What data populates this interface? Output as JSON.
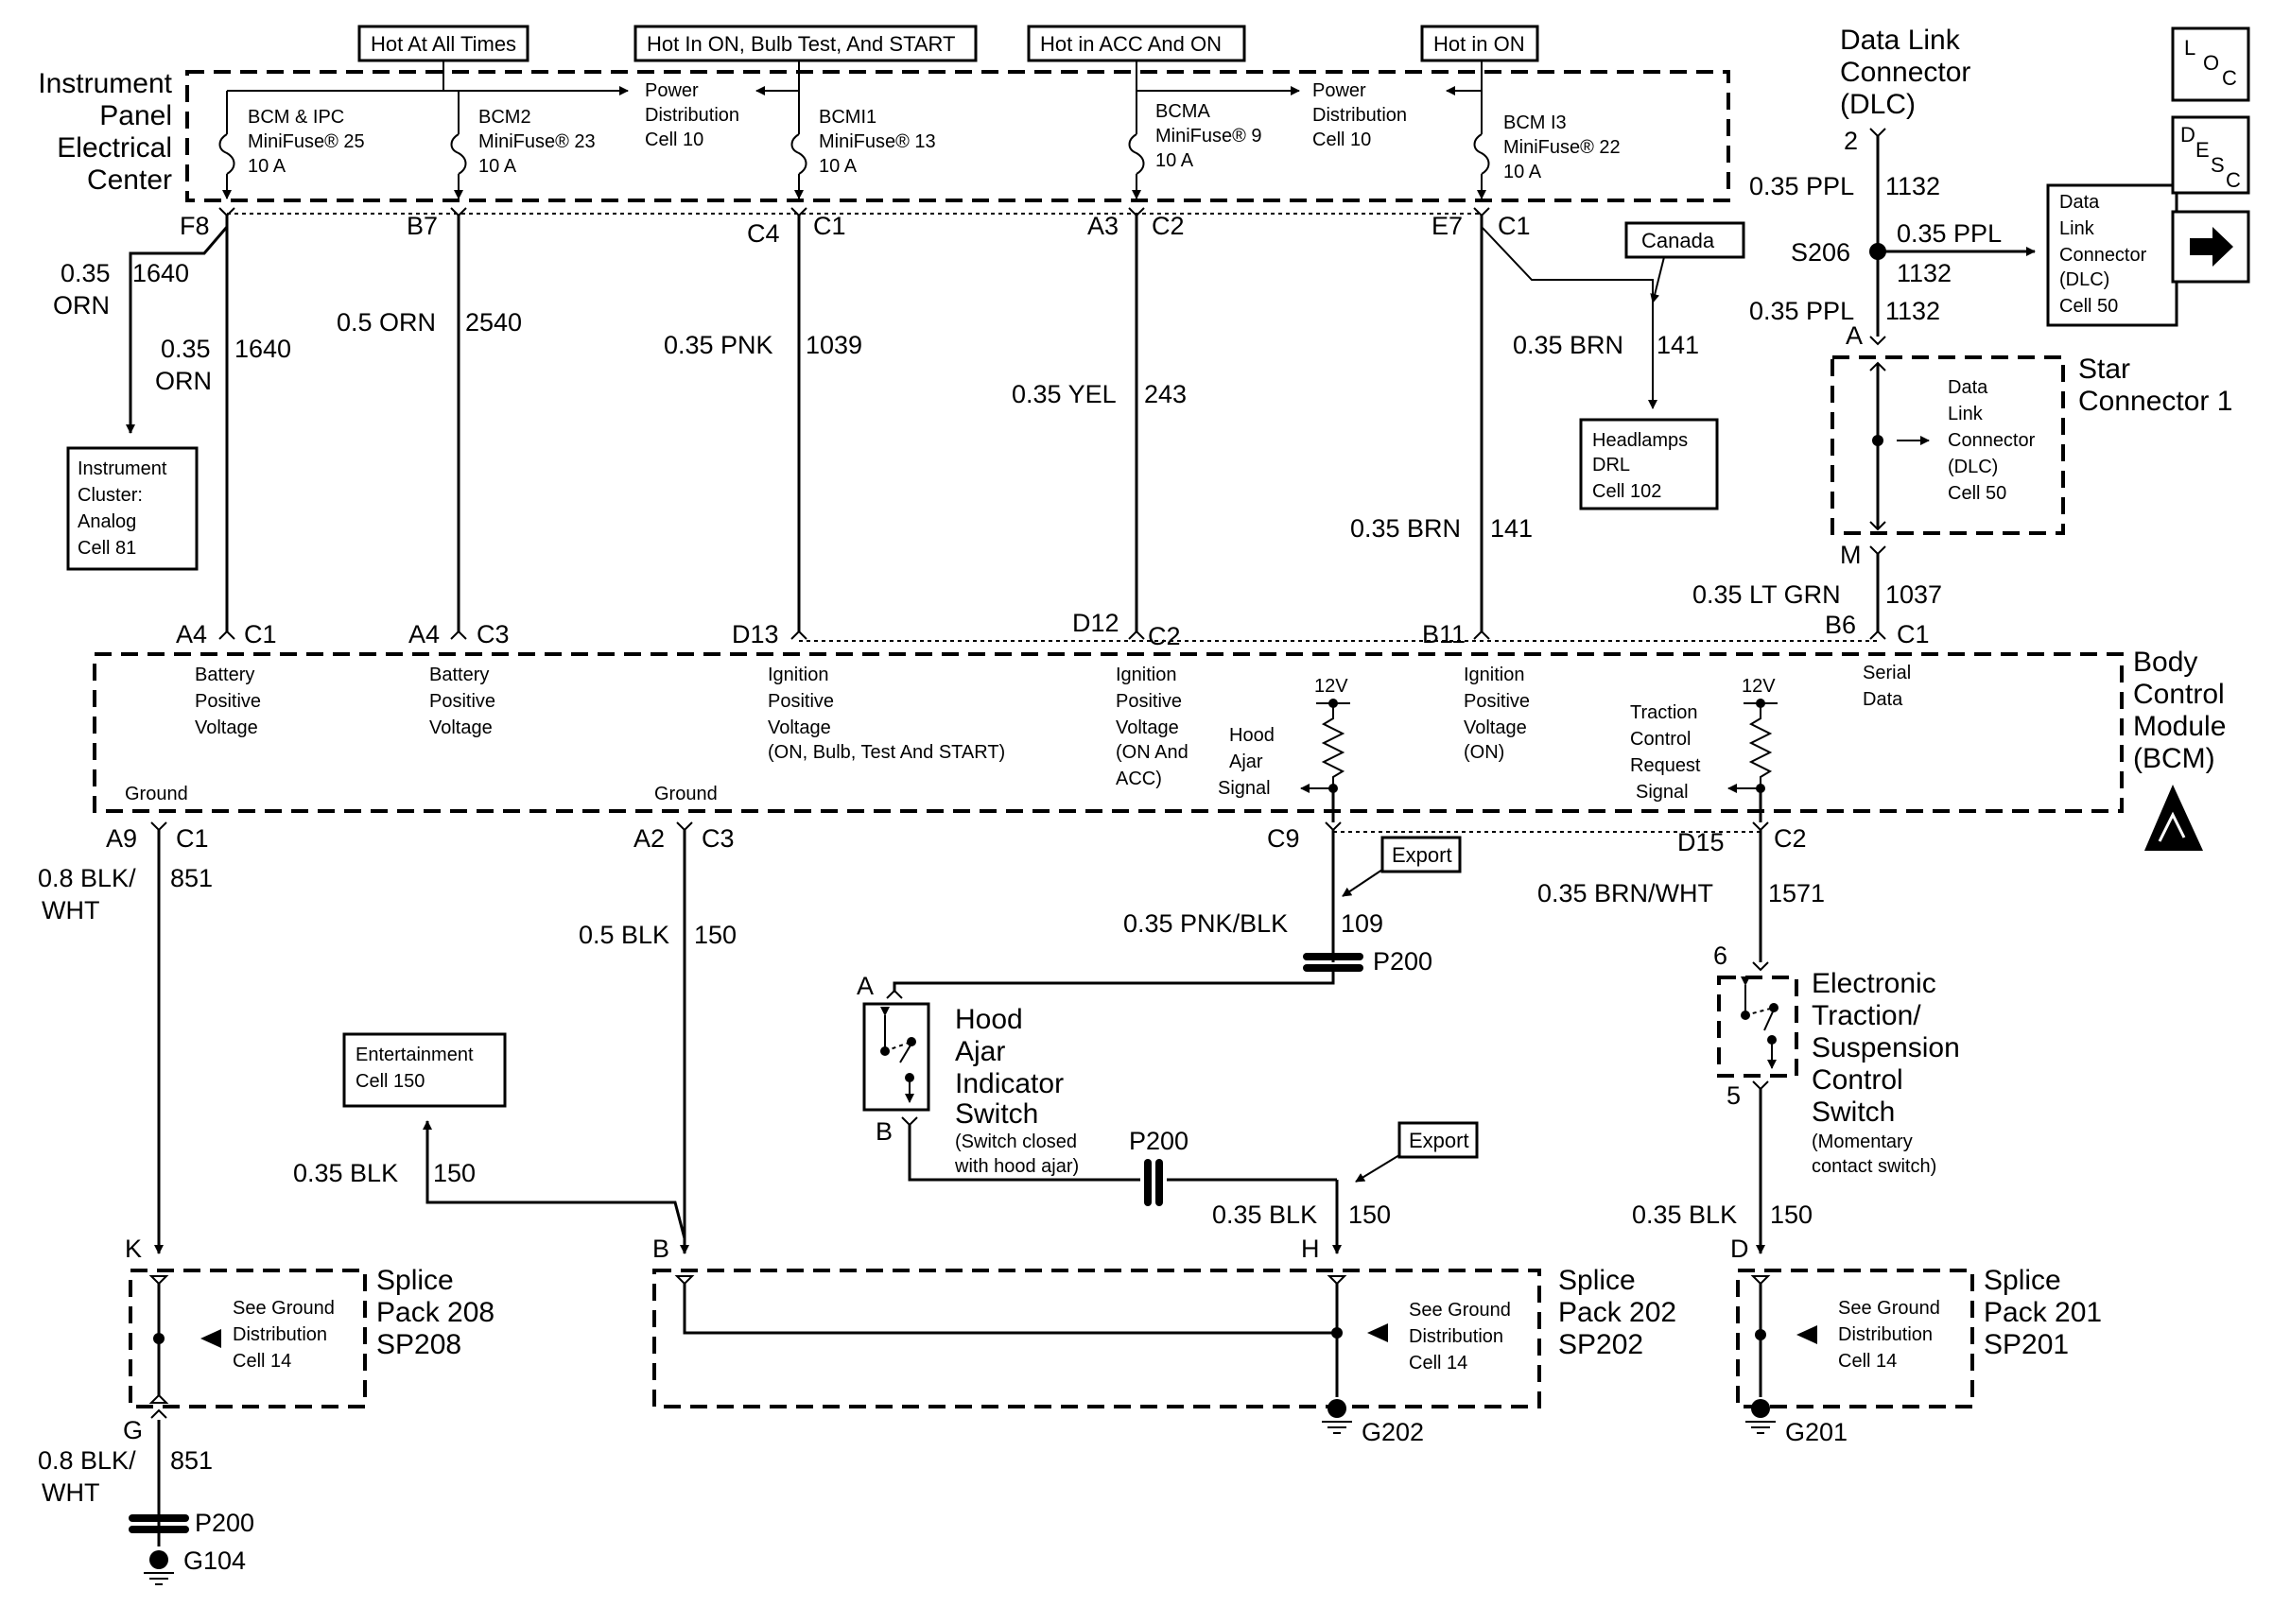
{
  "diagram": {
    "ipec": {
      "title": [
        "Instrument",
        "Panel",
        "Electrical",
        "Center"
      ]
    },
    "feeds": [
      {
        "label": "Hot At All Times"
      },
      {
        "label": "Hot In ON, Bulb Test, And START"
      },
      {
        "label": "Hot in ACC And ON"
      },
      {
        "label": "Hot in ON"
      }
    ],
    "fuses": [
      {
        "lines": [
          "BCM & IPC",
          "MiniFuse® 25",
          "10 A"
        ]
      },
      {
        "lines": [
          "BCM2",
          "MiniFuse® 23",
          "10 A"
        ]
      },
      {
        "lines": [
          "BCMI1",
          "MiniFuse® 13",
          "10 A"
        ]
      },
      {
        "lines": [
          "BCMA",
          "MiniFuse® 9",
          "10 A"
        ]
      },
      {
        "lines": [
          "BCM I3",
          "MiniFuse® 22",
          "10 A"
        ]
      }
    ],
    "power_dist": [
      {
        "lines": [
          "Power",
          "Distribution",
          "Cell 10"
        ]
      },
      {
        "lines": [
          "Power",
          "Distribution",
          "Cell 10"
        ]
      }
    ],
    "ipec_pins": [
      {
        "pin": "F8",
        "conn": ""
      },
      {
        "pin": "B7",
        "conn": ""
      },
      {
        "pin": "C4",
        "conn": "C1"
      },
      {
        "pin": "A3",
        "conn": "C2"
      },
      {
        "pin": "E7",
        "conn": "C1"
      }
    ],
    "wires_top": [
      {
        "gauge": "0.35",
        "color": "ORN",
        "circuit": "1640"
      },
      {
        "gauge": "0.35",
        "color": "ORN",
        "circuit": "1640"
      },
      {
        "label": "0.5 ORN",
        "circuit": "2540"
      },
      {
        "label": "0.35 PNK",
        "circuit": "1039"
      },
      {
        "label": "0.35 YEL",
        "circuit": "243"
      },
      {
        "label": "0.35 BRN",
        "circuit": "141"
      },
      {
        "label": "0.35 BRN",
        "circuit": "141"
      }
    ],
    "cluster": {
      "lines": [
        "Instrument",
        "Cluster:",
        "Analog",
        "Cell 81"
      ]
    },
    "canada": {
      "label": "Canada"
    },
    "headlamps": {
      "lines": [
        "Headlamps",
        "DRL",
        "Cell 102"
      ]
    },
    "dlc": {
      "title": [
        "Data Link",
        "Connector",
        "(DLC)"
      ],
      "pin": "2",
      "wire1": {
        "label": "0.35 PPL",
        "circuit": "1132"
      },
      "splice": "S206",
      "wire2": {
        "label": "0.35 PPL",
        "circuit": "1132"
      },
      "wire3": {
        "label": "0.35 PPL",
        "circuit": "1132"
      },
      "ref_box": [
        "Data",
        "Link",
        "Connector",
        "(DLC)",
        "Cell 50"
      ]
    },
    "star": {
      "title": [
        "Star",
        "Connector 1"
      ],
      "pin_a": "A",
      "pin_m": "M",
      "inner": [
        "Data",
        "Link",
        "Connector",
        "(DLC)",
        "Cell 50"
      ],
      "wire_out": {
        "label": "0.35 LT GRN",
        "circuit": "1037"
      }
    },
    "icons": {
      "loc": [
        "L",
        "O",
        "C"
      ],
      "desc": [
        "D",
        "E",
        "S",
        "C"
      ],
      "next": "arrow-right-icon"
    },
    "bcm": {
      "title": [
        "Body",
        "Control",
        "Module",
        "(BCM)"
      ],
      "top_pins": [
        {
          "pin": "A4",
          "conn": "C1"
        },
        {
          "pin": "A4",
          "conn": "C3"
        },
        {
          "pin": "D13",
          "conn": ""
        },
        {
          "pin": "D12",
          "conn": "C2"
        },
        {
          "pin": "B11",
          "conn": ""
        },
        {
          "pin": "B6",
          "conn": "C1"
        }
      ],
      "inputs": [
        {
          "lines": [
            "Battery",
            "Positive",
            "Voltage"
          ]
        },
        {
          "lines": [
            "Battery",
            "Positive",
            "Voltage"
          ]
        },
        {
          "lines": [
            "Ignition",
            "Positive",
            "Voltage",
            "(ON, Bulb, Test And START)"
          ]
        },
        {
          "lines": [
            "Ignition",
            "Positive",
            "Voltage",
            "(ON And",
            "ACC)"
          ]
        },
        {
          "lines": [
            "Ignition",
            "Positive",
            "Voltage",
            "(ON)"
          ]
        },
        {
          "lines": [
            "Serial",
            "Data"
          ]
        }
      ],
      "hood_signal": [
        "Hood",
        "Ajar",
        "Signal"
      ],
      "traction_signal": [
        "Traction",
        "Control",
        "Request",
        "Signal"
      ],
      "v12": "12V",
      "ground_labels": [
        "Ground",
        "Ground"
      ],
      "bottom_pins": [
        {
          "pin": "A9",
          "conn": "C1"
        },
        {
          "pin": "A2",
          "conn": "C3"
        },
        {
          "pin": "C9",
          "conn": ""
        },
        {
          "pin": "D15",
          "conn": "C2"
        }
      ]
    },
    "lower": {
      "w_851a": {
        "gauge": "0.8 BLK/",
        "color": "WHT",
        "circuit": "851"
      },
      "w_150a": {
        "label": "0.5 BLK",
        "circuit": "150"
      },
      "w_109": {
        "label": "0.35 PNK/BLK",
        "circuit": "109"
      },
      "w_1571": {
        "label": "0.35 BRN/WHT",
        "circuit": "1571"
      },
      "export": "Export",
      "p200": "P200",
      "hood_switch": {
        "title": [
          "Hood",
          "Ajar",
          "Indicator",
          "Switch"
        ],
        "note": [
          "(Switch closed",
          "with hood ajar)"
        ],
        "pin_a": "A",
        "pin_b": "B"
      },
      "ets_switch": {
        "title": [
          "Electronic",
          "Traction/",
          "Suspension",
          "Control",
          "Switch"
        ],
        "note": [
          "(Momentary",
          "contact switch)"
        ],
        "pin_top": "6",
        "pin_bot": "5"
      },
      "entertainment": [
        "Entertainment",
        "Cell 150"
      ],
      "w_150b": {
        "label": "0.35 BLK",
        "circuit": "150"
      },
      "w_150c": {
        "label": "0.35 BLK",
        "circuit": "150"
      },
      "w_150d": {
        "label": "0.35 BLK",
        "circuit": "150"
      },
      "sp208": {
        "title": [
          "Splice",
          "Pack 208",
          "SP208"
        ],
        "see": [
          "See Ground",
          "Distribution",
          "Cell 14"
        ],
        "pin_top": "K",
        "pin_bot": "G"
      },
      "sp202": {
        "title": [
          "Splice",
          "Pack 202",
          "SP202"
        ],
        "see": [
          "See Ground",
          "Distribution",
          "Cell 14"
        ],
        "pin_b": "B",
        "pin_h": "H"
      },
      "sp201": {
        "title": [
          "Splice",
          "Pack 201",
          "SP201"
        ],
        "see": [
          "See Ground",
          "Distribution",
          "Cell 14"
        ],
        "pin_d": "D"
      },
      "w_851b": {
        "gauge": "0.8 BLK/",
        "color": "WHT",
        "circuit": "851"
      },
      "grounds": [
        "G104",
        "G202",
        "G201"
      ]
    }
  }
}
